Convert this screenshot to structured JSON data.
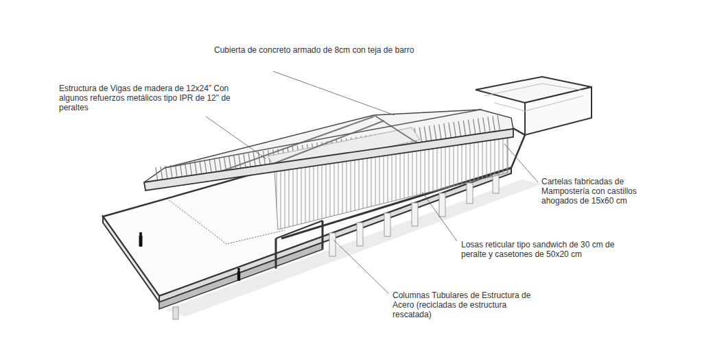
{
  "diagram": {
    "labels": [
      "Cubierta de concreto armado de 8cm con teja de barro",
      "Estructura de Vigas de madera de 12x24” Con algunos refuerzos metálicos tipo IPR de 12\" de peraltes",
      "Cartelas fabricadas de Mampostería con castillos ahogados de 15x60 cm",
      "Losas reticular tipo sandwich de 30 cm de peralte y casetones de 50x20 cm",
      "Columnas Tubulares de Estructura de Acero (recicladas de estructura rescatada)"
    ]
  }
}
